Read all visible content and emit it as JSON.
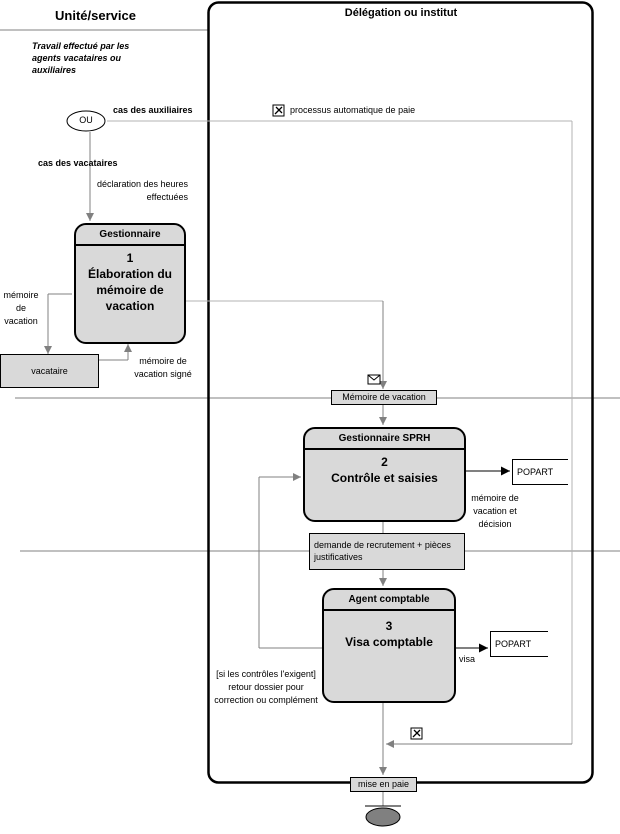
{
  "columns": {
    "left": "Unité/service",
    "right": "Délégation ou institut"
  },
  "notes": {
    "intro": "Travail effectué par les agents vacataires ou auxiliaires",
    "auxiliaires": "cas des auxiliaires",
    "vacataires": "cas des vacataires",
    "auto_process": "processus automatique de paie",
    "declaration": "déclaration des heures effectuées",
    "memoire_left": "mémoire de vacation",
    "memoire_signe": "mémoire de vacation signé",
    "memoire_decision": "mémoire de vacation et décision",
    "visa": "visa",
    "retour": "[si les contrôles l'exigent] retour dossier pour correction ou complément"
  },
  "decision": {
    "label": "OU"
  },
  "processes": {
    "p1": {
      "actor": "Gestionnaire",
      "number": "1",
      "title": "Élaboration du mémoire de vacation"
    },
    "p2": {
      "actor": "Gestionnaire SPRH",
      "number": "2",
      "title": "Contrôle et saisies"
    },
    "p3": {
      "actor": "Agent comptable",
      "number": "3",
      "title": "Visa comptable"
    }
  },
  "entities": {
    "vacataire": "vacataire",
    "popart1": "POPART",
    "popart2": "POPART"
  },
  "documents": {
    "memoire": "Mémoire de vacation",
    "demande": "demande de recrutement + pièces justificatives",
    "paie": "mise en paie"
  }
}
